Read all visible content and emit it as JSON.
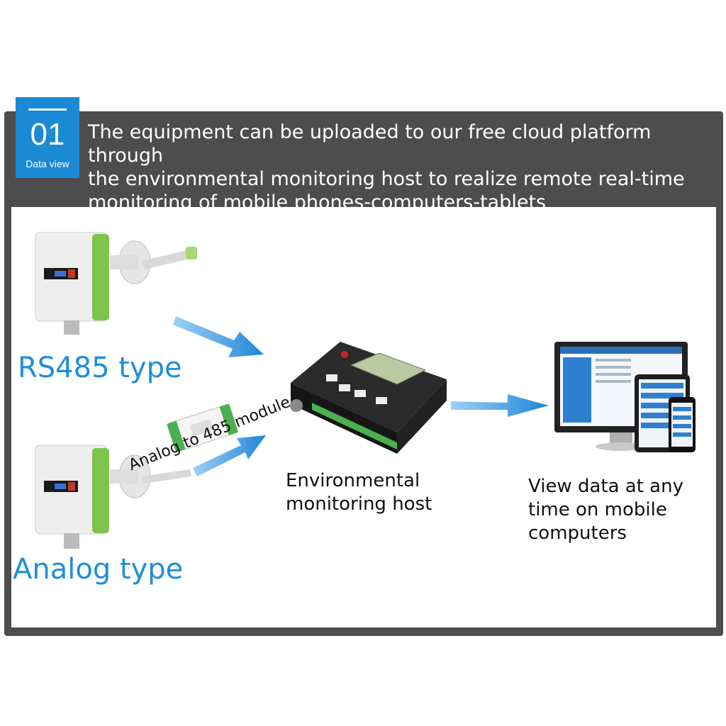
{
  "header": {
    "badge_number": "01",
    "badge_label": "Data view",
    "headline_line1": "The equipment can be uploaded to our free cloud platform through",
    "headline_line2": "the environmental monitoring host to realize remote real-time",
    "headline_line3": "monitoring of mobile phones-computers-tablets"
  },
  "labels": {
    "rs485": "RS485 type",
    "analog": "Analog type",
    "module": "Analog to 485 module",
    "host_line1": "Environmental",
    "host_line2": "monitoring host",
    "view_line1": "View data at any",
    "view_line2": "time on mobile",
    "view_line3": "computers"
  },
  "colors": {
    "accent": "#1a8ad4",
    "panel": "#4d4d4d",
    "arrow": "#2a8fe0",
    "sensor_green": "#7cc44e"
  }
}
